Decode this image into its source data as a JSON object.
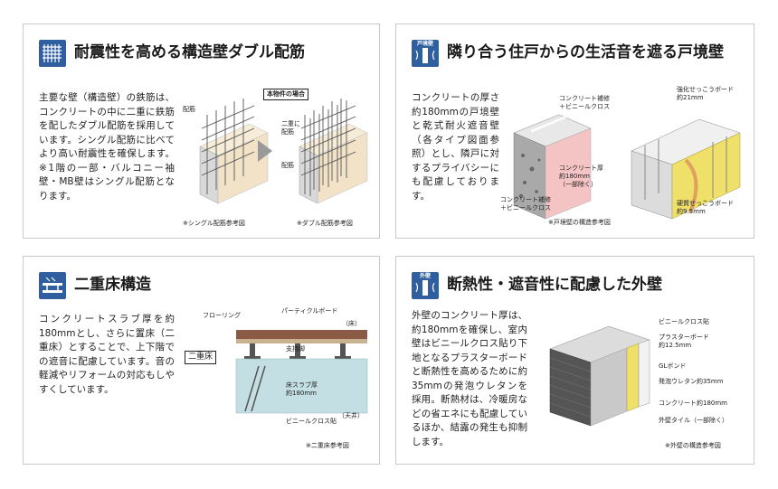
{
  "panels": [
    {
      "title": "耐震性を高める構造壁ダブル配筋",
      "body": "主要な壁（構造壁）の鉄筋は、コンクリートの中に二重に鉄筋を配したダブル配筋を採用しています。シングル配筋に比べてより高い耐震性を確保します。※1階の一部・バルコニー袖壁・MB壁はシングル配筋となります。",
      "labels": {
        "rebar": "配筋",
        "this_property": "本物件の場合",
        "double_rebar": "二重に\n配筋",
        "rebar2": "配筋"
      },
      "notes": [
        "※シングル配筋参考図",
        "※ダブル配筋参考図"
      ]
    },
    {
      "badge_caption": "戸境壁",
      "title": "隣り合う住戸からの生活音を遮る戸境壁",
      "body": "コンクリートの厚さ約180mmの戸境壁と乾式耐火遮音壁（各タイプ図面参照）とし、隣戸に対するプライバシーにも配慮しております。",
      "labels": {
        "concrete_repair_top": "コンクリート補修\n＋ビニールクロス",
        "concrete_thickness": "コンクリート厚\n約180mm\n（一部除く）",
        "concrete_repair_bottom": "コンクリート補修\n＋ビニールクロス",
        "reinforced_board": "強化せっこうボード\n約21mm",
        "hard_board": "硬質せっこうボード\n約9.5mm"
      },
      "notes": [
        "※戸境壁の構造参考図"
      ]
    },
    {
      "title": "二重床構造",
      "body": "コンクリートスラブ厚を約180mmとし、さらに置床（二重床）とすることで、上下階での遮音に配慮しています。音の軽減やリフォームの対応もしやすくしています。",
      "labels": {
        "flooring": "フローリング",
        "particle_board": "パーティクルボード",
        "floor": "（床）",
        "double_floor": "二重床",
        "support_leg": "支持脚",
        "slab": "床スラブ厚\n約180mm",
        "ceiling": "（天井）",
        "vinyl_cloth": "ビニールクロス貼"
      },
      "notes": [
        "※二重床参考図"
      ]
    },
    {
      "badge_caption": "外壁",
      "title": "断熱性・遮音性に配慮した外壁",
      "body": "外壁のコンクリート厚は、約180mmを確保し、室内壁はビニールクロス貼り下地となるプラスターボードと断熱性を高めるために約35mmの発泡ウレタンを採用。断熱材は、冷暖房などの省エネにも配慮しているほか、結露の発生も抑制します。",
      "labels": {
        "vinyl_cloth": "ビニールクロス貼",
        "plaster_board": "プラスターボード\n約12.5mm",
        "gl_bond": "GLボンド",
        "urethane": "発泡ウレタン約35mm",
        "concrete": "コンクリート約180mm",
        "tile": "外壁タイル（一部除く）"
      },
      "notes": [
        "※外壁の構造参考図"
      ]
    }
  ],
  "colors": {
    "badge": "#2f5f9e",
    "border": "#c9c9c9",
    "wood": "#8a5a44",
    "concrete": "#c4dfe4",
    "insulation": "#efe06a",
    "wall_beige": "#f2e3c8",
    "wall_pink": "#f4c4c4"
  },
  "icons": [
    "rebar-grid-icon",
    "partition-wall-icon",
    "double-floor-icon",
    "exterior-wall-icon"
  ]
}
